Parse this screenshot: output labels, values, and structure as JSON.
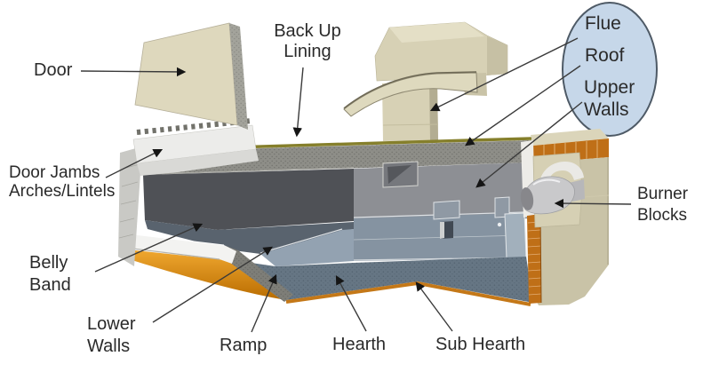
{
  "labels": {
    "door": "Door",
    "backup_lining": "Back Up\nLining",
    "flue": "Flue",
    "roof": "Roof",
    "upper_walls": "Upper\nWalls",
    "door_jambs": "Door Jambs\nArches/Lintels",
    "burner_blocks": "Burner\nBlocks",
    "belly_band": "Belly\nBand",
    "lower_walls": "Lower\nWalls",
    "ramp": "Ramp",
    "hearth": "Hearth",
    "sub_hearth": "Sub Hearth"
  },
  "colors": {
    "background": "#ffffff",
    "label_text": "#2a2a2a",
    "callout_line": "#3a3a3a",
    "arrowhead": "#151515",
    "ellipse_fill": "#c6d7e9",
    "ellipse_border": "#4e5a66",
    "door_cream": "#ded8bd",
    "casing_tan": "#c9c3a7",
    "brick_orange": "#bf6f17",
    "underside_orange_top": "#f0a830",
    "underside_orange_bottom": "#b96c00",
    "roof_gray": "#8e8e88",
    "upper_wall_gray": "#8d8f94",
    "chamber_dark": "#4f5156",
    "hearth_blue_gray": "#93a2b1",
    "subhearth_blue": "#667684",
    "flue_tan": "#d7d1b5",
    "jamb_white": "#ececea",
    "belly_band_white": "#f3f3f1",
    "burner_silver": "#c9c9cb"
  }
}
